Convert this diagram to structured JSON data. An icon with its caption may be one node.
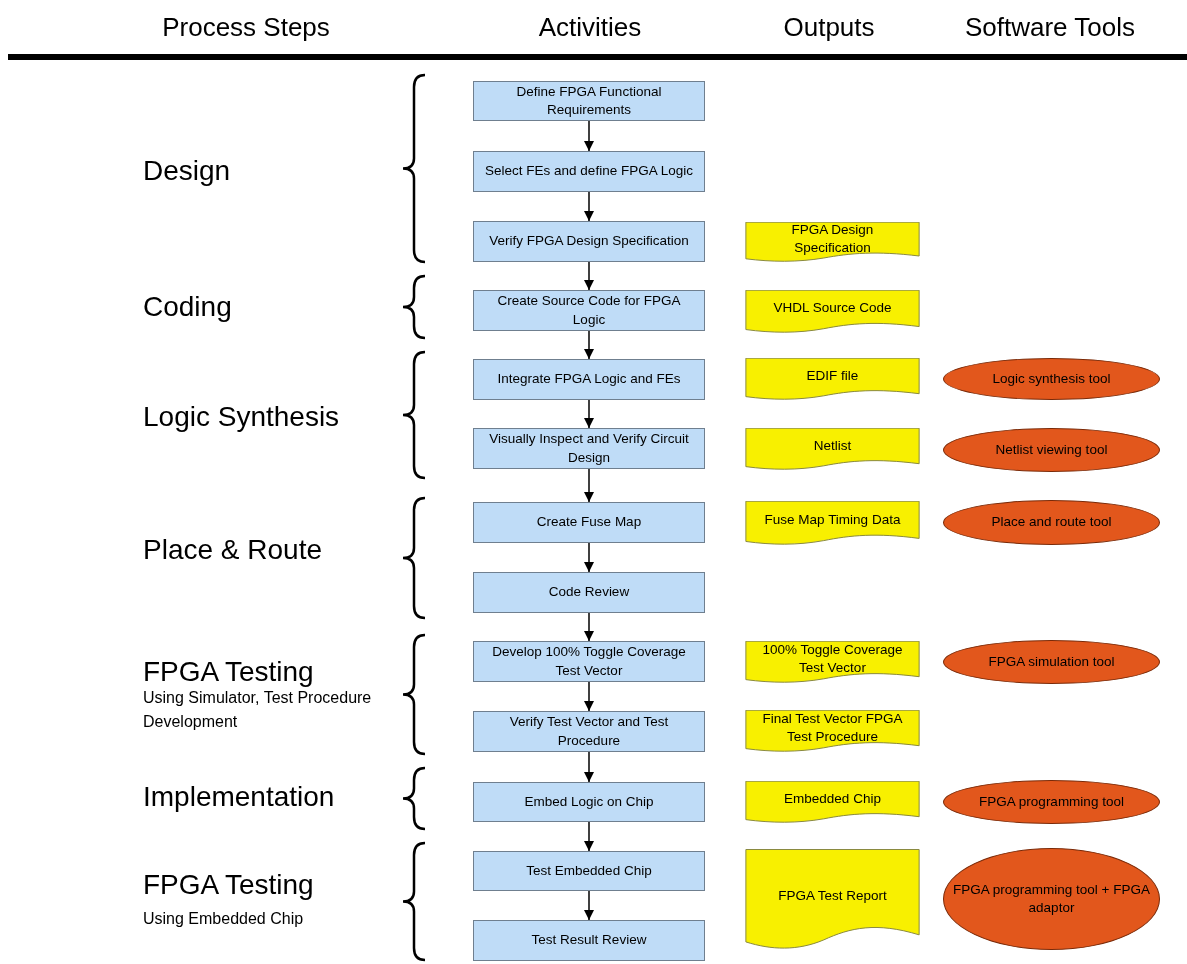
{
  "diagram": {
    "nodes": [
      {
        "text": [
          "Define FPGA Functional Requirements"
        ]
      },
      {
        "text": [
          "Select FEs and define FPGA Logic"
        ]
      },
      {
        "text": [
          "Verify FPGA Design Specification"
        ]
      },
      {
        "text": [
          "FPGA Design Specification"
        ]
      },
      {
        "text": [
          "Create Source Code for FPGA Logic"
        ]
      },
      {
        "text": [
          "VHDL Source Code"
        ]
      },
      {
        "text": [
          "Integrate FPGA Logic and FEs"
        ]
      },
      {
        "text": [
          "EDIF file"
        ]
      },
      {
        "text": [
          "Logic synthesis tool"
        ]
      },
      {
        "text": [
          "Visually Inspect and Verify Circuit Design"
        ]
      },
      {
        "text": [
          "Netlist"
        ]
      },
      {
        "text": [
          "Netlist viewing tool"
        ]
      },
      {
        "text": [
          "Create Fuse Map"
        ]
      },
      {
        "text": [
          "Fuse Map Timing Data"
        ]
      },
      {
        "text": [
          "Place and route tool"
        ]
      },
      {
        "text": [
          "Code Review"
        ]
      },
      {
        "text": [
          "Develop 100% Toggle Coverage Test Vector"
        ]
      },
      {
        "text": [
          "100% Toggle Coverage Test Vector"
        ]
      },
      {
        "text": [
          "FPGA simulation tool"
        ]
      },
      {
        "text": [
          "Verify Test Vector and Test Procedure"
        ]
      },
      {
        "text": [
          "Final Test Vector FPGA Test Procedure"
        ]
      },
      {
        "text": [
          "Embed Logic on Chip"
        ]
      },
      {
        "text": [
          "Embedded Chip"
        ]
      },
      {
        "text": [
          "FPGA programming tool"
        ]
      },
      {
        "text": [
          "Test Embedded Chip"
        ]
      },
      {
        "text": [
          "FPGA Test Report"
        ]
      },
      {
        "text": [
          "FPGA programming tool + FPGA adaptor"
        ]
      },
      {
        "text": [
          "Test Result Review"
        ]
      }
    ],
    "edges": [
      {
        "from": 0,
        "to": 1,
        "arrow": "to"
      },
      {
        "from": 1,
        "to": 2,
        "arrow": "to"
      },
      {
        "from": 2,
        "to": 4,
        "arrow": "to"
      },
      {
        "from": 4,
        "to": 6,
        "arrow": "to"
      },
      {
        "from": 6,
        "to": 9,
        "arrow": "to"
      },
      {
        "from": 9,
        "to": 12,
        "arrow": "to"
      },
      {
        "from": 12,
        "to": 15,
        "arrow": "to"
      },
      {
        "from": 15,
        "to": 16,
        "arrow": "to"
      },
      {
        "from": 16,
        "to": 19,
        "arrow": "to"
      },
      {
        "from": 19,
        "to": 21,
        "arrow": "to"
      },
      {
        "from": 21,
        "to": 24,
        "arrow": "to"
      },
      {
        "from": 24,
        "to": 27,
        "arrow": "to"
      }
    ],
    "labels": [
      "Process Steps",
      "Activities",
      "Outputs",
      "Software Tools",
      "Design",
      "Coding",
      "Logic Synthesis",
      "Place & Route",
      "FPGA Testing",
      "Using Simulator, Test Procedure Development",
      "Implementation",
      "FPGA Testing",
      "Using Embedded Chip"
    ]
  }
}
